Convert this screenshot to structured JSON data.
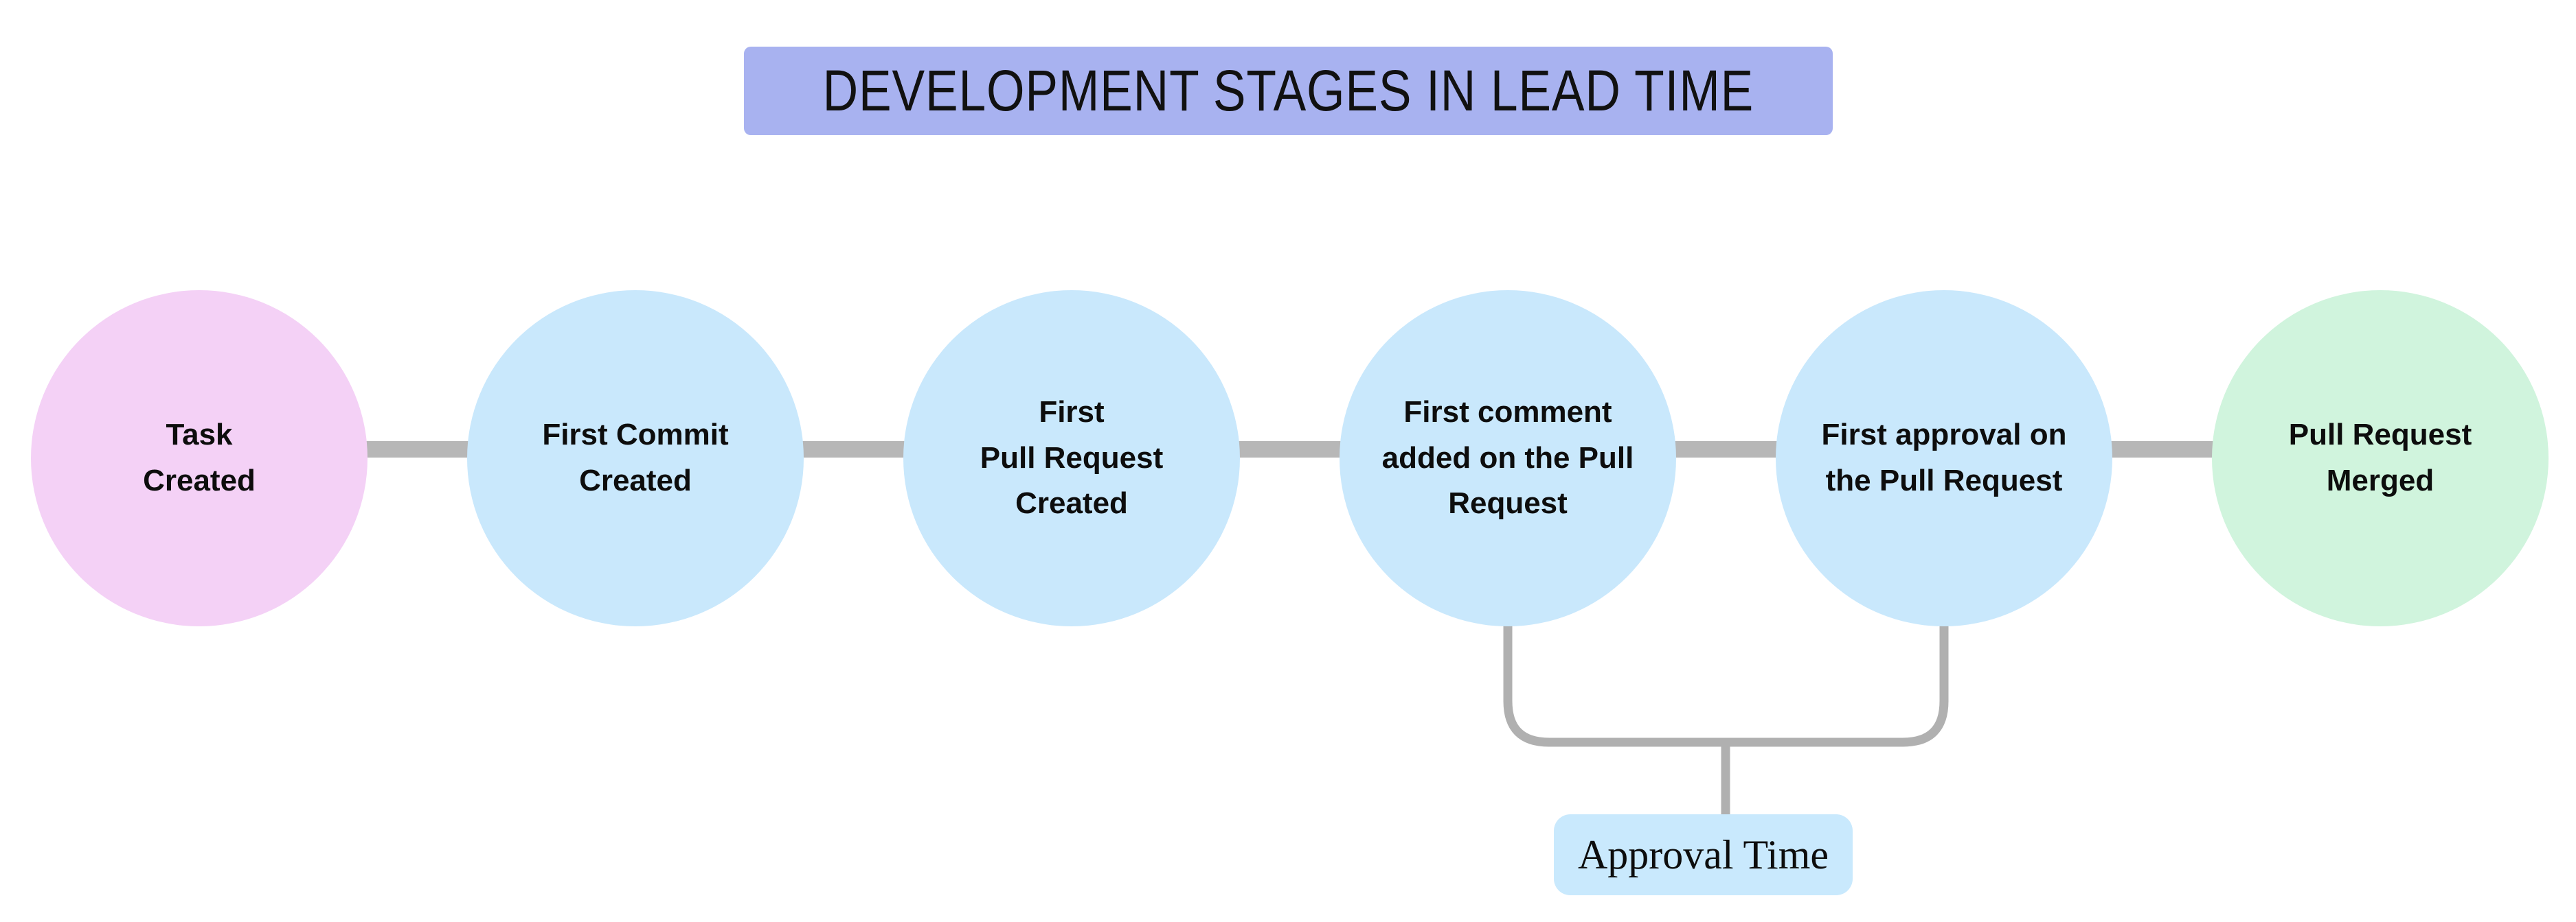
{
  "title": {
    "text": "DEVELOPMENT STAGES IN LEAD TIME"
  },
  "stages": [
    {
      "label": "Task\nCreated",
      "color": "#f4d1f6"
    },
    {
      "label": "First Commit\nCreated",
      "color": "#c9e8fc"
    },
    {
      "label": "First\nPull Request\nCreated",
      "color": "#c9e8fc"
    },
    {
      "label": "First comment\nadded on the Pull\nRequest",
      "color": "#c9e8fc"
    },
    {
      "label": "First approval on\nthe Pull Request",
      "color": "#c9e8fc"
    },
    {
      "label": "Pull Request\nMerged",
      "color": "#d0f4dd"
    }
  ],
  "annotation": {
    "label": "Approval Time",
    "from_stage": 3,
    "to_stage": 4
  },
  "colors": {
    "background": "#ffffff",
    "banner": "#a8b2f0",
    "title_text": "#111111",
    "text": "#0d0d0d",
    "connector": "#b7b7b7",
    "bracket": "#b0b0b0",
    "annotation_bg": "#c9e9fd"
  }
}
